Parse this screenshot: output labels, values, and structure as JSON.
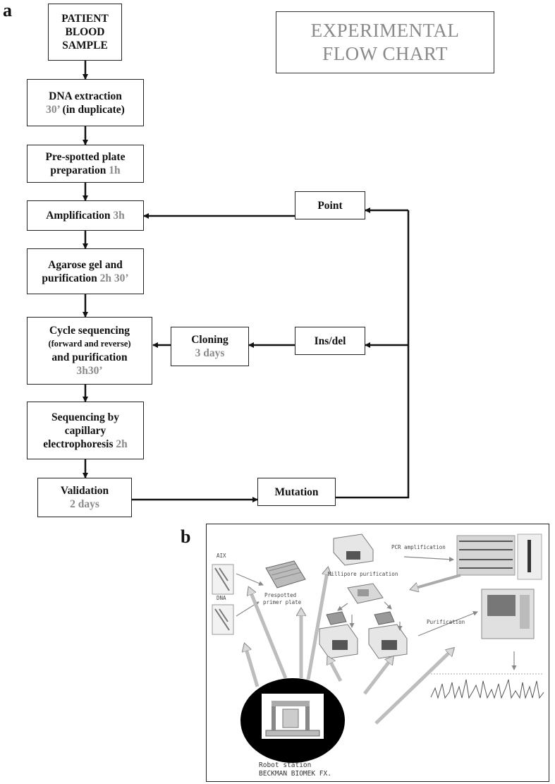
{
  "panel_a": {
    "letter": "a",
    "title": [
      "EXPERIMENTAL",
      "FLOW CHART"
    ],
    "steps": {
      "patient": [
        "PATIENT",
        "BLOOD",
        "SAMPLE"
      ],
      "dna": {
        "line1": "DNA extraction",
        "time": "30’",
        "rest": " (in duplicate)"
      },
      "prespotted": {
        "line1": "Pre-spotted plate",
        "line2": "preparation ",
        "time": "1h"
      },
      "amplification": {
        "label": "Amplification ",
        "time": "3h"
      },
      "agarose": {
        "line1": "Agarose gel and",
        "line2": "purification ",
        "time": "2h 30’"
      },
      "cycle": {
        "line1": "Cycle sequencing",
        "line2": "(forward and reverse)",
        "line3": "and purification",
        "time": "3h30’"
      },
      "sequencing": {
        "line1": "Sequencing by",
        "line2": "capillary",
        "line3": "electrophoresis ",
        "time": "2h"
      },
      "validation": {
        "line1": "Validation",
        "time": "2 days"
      }
    },
    "side": {
      "point": "Point",
      "insdel": "Ins/del",
      "cloning": {
        "label": "Cloning",
        "time": "3 days"
      },
      "mutation": "Mutation"
    }
  },
  "panel_b": {
    "letter": "b",
    "labels": {
      "aix": "AIX",
      "dna": "DNA",
      "prespotted": [
        "Prespotted",
        "primer plate"
      ],
      "millipore": "Millipore purification",
      "pcr": "PCR amplification",
      "purification": "Purification",
      "robot": [
        "Robot station",
        "BECKMAN BIOMEK FX."
      ]
    }
  }
}
